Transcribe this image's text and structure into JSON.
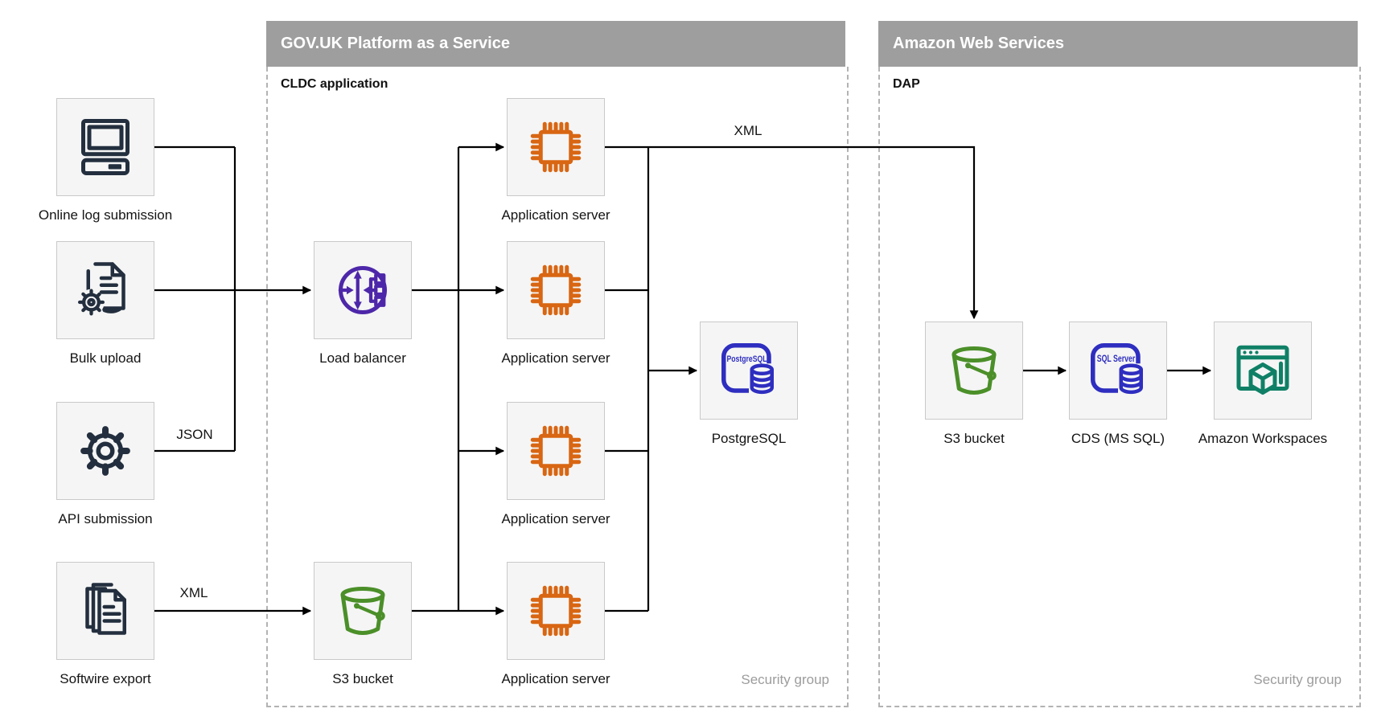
{
  "containers": [
    {
      "id": "paas",
      "title": "GOV.UK Platform as a Service",
      "sublabel": "CLDC application",
      "security_label": "Security group"
    },
    {
      "id": "aws",
      "title": "Amazon Web Services",
      "sublabel": "DAP",
      "security_label": "Security group"
    }
  ],
  "nodes": [
    {
      "id": "online-log-submission",
      "label": "Online log submission",
      "icon": "computer-icon"
    },
    {
      "id": "bulk-upload",
      "label": "Bulk upload",
      "icon": "document-gear-icon"
    },
    {
      "id": "api-submission",
      "label": "API submission",
      "icon": "gear-icon"
    },
    {
      "id": "softwire-export",
      "label": "Softwire export",
      "icon": "documents-stack-icon"
    },
    {
      "id": "load-balancer",
      "label": "Load balancer",
      "icon": "load-balancer-icon"
    },
    {
      "id": "app-server-1",
      "label": "Application server",
      "icon": "chip-icon"
    },
    {
      "id": "app-server-2",
      "label": "Application server",
      "icon": "chip-icon"
    },
    {
      "id": "app-server-3",
      "label": "Application server",
      "icon": "chip-icon"
    },
    {
      "id": "app-server-4",
      "label": "Application server",
      "icon": "chip-icon"
    },
    {
      "id": "postgresql-db",
      "label": "PostgreSQL",
      "icon": "postgresql-database-icon"
    },
    {
      "id": "s3-bucket-paas",
      "label": "S3 bucket",
      "icon": "s3-bucket-icon"
    },
    {
      "id": "s3-bucket-aws",
      "label": "S3 bucket",
      "icon": "s3-bucket-icon"
    },
    {
      "id": "cds-mssql",
      "label": "CDS (MS SQL)",
      "icon": "sql-server-database-icon"
    },
    {
      "id": "amazon-workspaces",
      "label": "Amazon Workspaces",
      "icon": "workspaces-icon"
    }
  ],
  "edge_labels": [
    {
      "id": "json-label",
      "text": "JSON",
      "edge": "api-submission to load-balancer"
    },
    {
      "id": "xml-softwire-label",
      "text": "XML",
      "edge": "softwire-export to s3-bucket-paas"
    },
    {
      "id": "xml-app-label",
      "text": "XML",
      "edge": "app-server-1 to s3-bucket-aws"
    }
  ],
  "icon_texts": {
    "postgresql": "PostgreSQL",
    "sql_server": "SQL Server"
  },
  "colors": {
    "header_gray": "#9e9e9e",
    "node_background": "#f5f5f5",
    "node_border": "#c9c9c9",
    "dashed_border": "#b3b3b3",
    "icon_dark_navy": "#232f3e",
    "icon_purple": "#4d27a9",
    "icon_orange": "#d86613",
    "icon_blue": "#2e2ec0",
    "icon_green": "#4b8f29",
    "icon_teal": "#0f8066",
    "arrow_black": "#000000",
    "security_label_gray": "#9c9c9c"
  }
}
